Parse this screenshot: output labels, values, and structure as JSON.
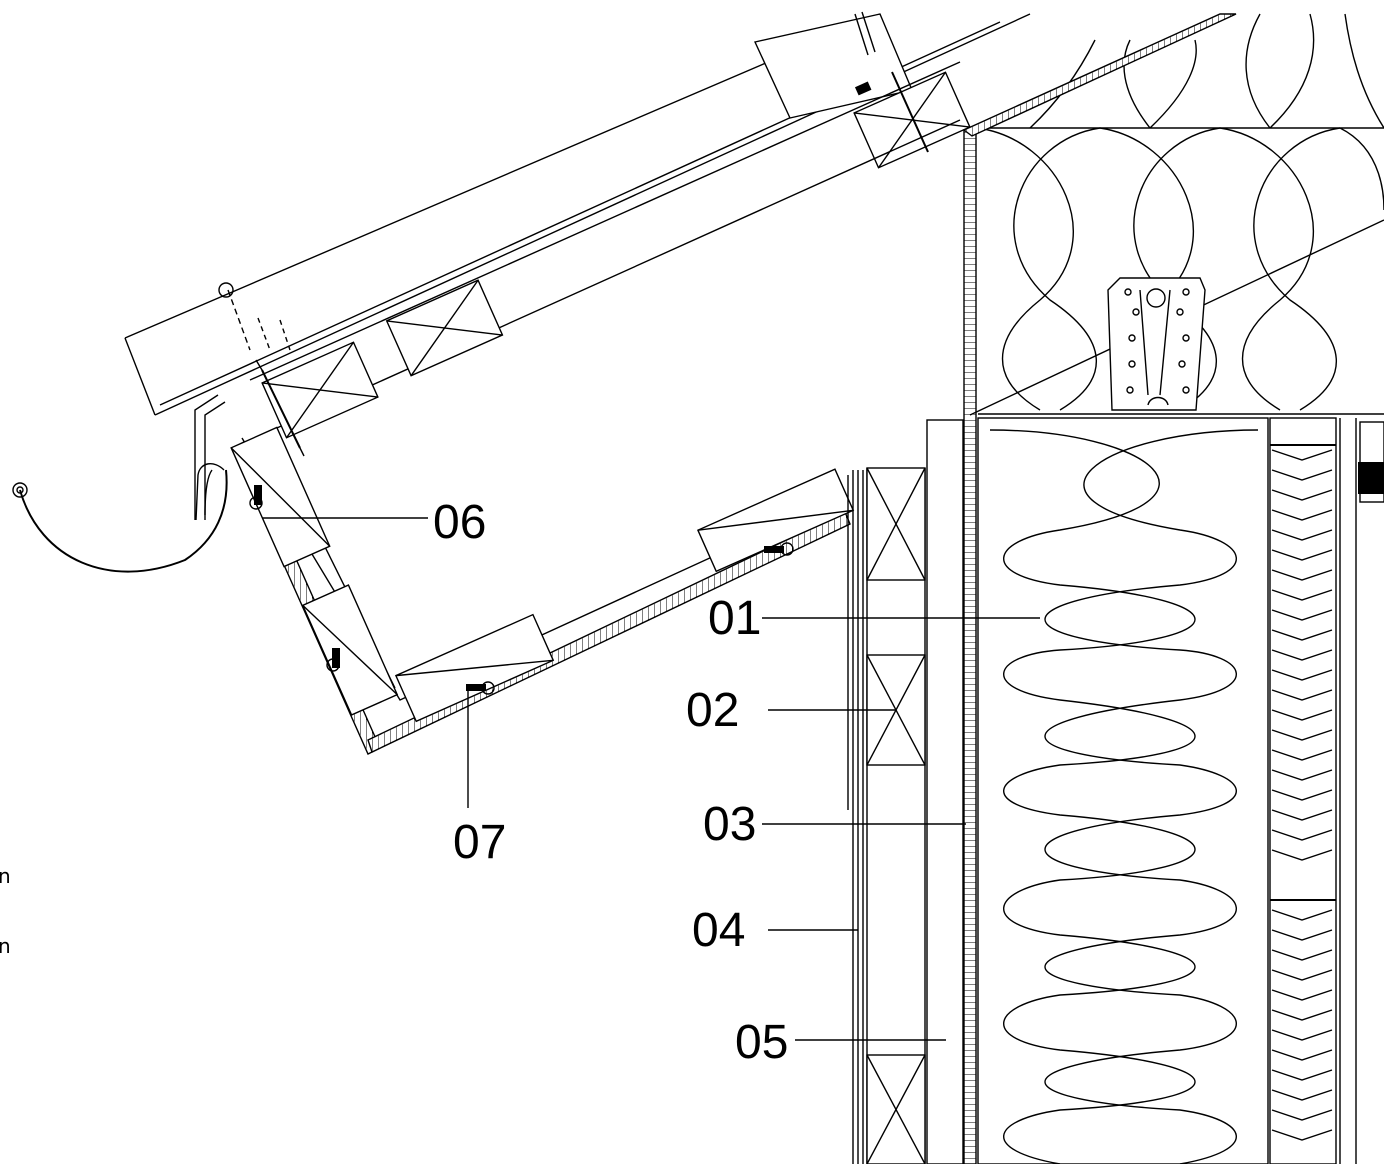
{
  "callouts": [
    {
      "id": "01",
      "label": "01"
    },
    {
      "id": "02",
      "label": "02"
    },
    {
      "id": "03",
      "label": "03"
    },
    {
      "id": "04",
      "label": "04"
    },
    {
      "id": "05",
      "label": "05"
    },
    {
      "id": "06",
      "label": "06"
    },
    {
      "id": "07",
      "label": "07"
    }
  ],
  "edge_text": [
    "n",
    "n"
  ],
  "colors": {
    "line": "#000000",
    "background": "#ffffff"
  }
}
